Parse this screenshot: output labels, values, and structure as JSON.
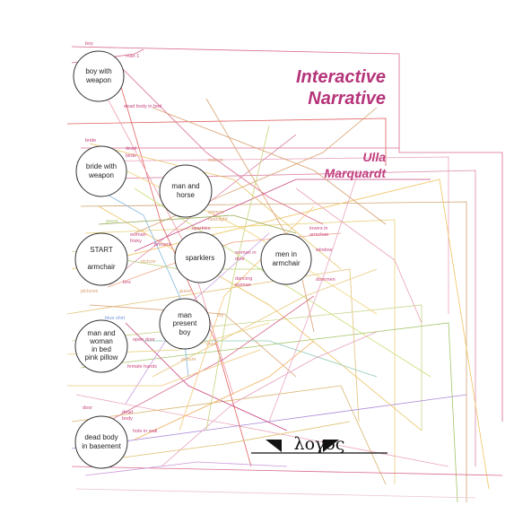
{
  "cover": {
    "title_line1": "Interactive",
    "title_line2": "Narrative",
    "author_line1": "Ulla",
    "author_line2": "Marquardt",
    "publisher": "λογος"
  },
  "nodes": [
    {
      "id": "boy-with-weapon",
      "lines": [
        "boy with",
        "weapon"
      ]
    },
    {
      "id": "bride-with-weapon",
      "lines": [
        "bride with",
        "weapon"
      ]
    },
    {
      "id": "man-and-horse",
      "lines": [
        "man and",
        "horse"
      ]
    },
    {
      "id": "start-armchair",
      "lines": [
        "START",
        "",
        "armchair"
      ]
    },
    {
      "id": "sparklers",
      "lines": [
        "sparklers"
      ]
    },
    {
      "id": "men-in-armchair",
      "lines": [
        "men in",
        "armchair"
      ]
    },
    {
      "id": "man-present-boy",
      "lines": [
        "man",
        "present",
        "boy"
      ]
    },
    {
      "id": "man-and-woman-in-bed",
      "lines": [
        "man and",
        "woman",
        "in bed",
        "pink pillow"
      ]
    },
    {
      "id": "dead-body-in-basement",
      "lines": [
        "dead body",
        "in basement"
      ]
    }
  ],
  "edge_labels": [
    {
      "text": "boy",
      "color": "#c8467f"
    },
    {
      "text": "man 1",
      "color": "#c8467f"
    },
    {
      "text": "dead body in bed",
      "color": "#c8467f"
    },
    {
      "text": "bride",
      "color": "#c8467f"
    },
    {
      "text": "dead",
      "color": "#c8467f"
    },
    {
      "text": "birds",
      "color": "#c8467f"
    },
    {
      "text": "man in",
      "color": "#d9a070"
    },
    {
      "text": "woman",
      "color": "#d9a070"
    },
    {
      "text": "flashlight",
      "color": "#d9a070"
    },
    {
      "text": "guest",
      "color": "#aacc77"
    },
    {
      "text": "woman",
      "color": "#c8467f"
    },
    {
      "text": "frisky",
      "color": "#c8467f"
    },
    {
      "text": "present",
      "color": "#c8467f"
    },
    {
      "text": "sparkles",
      "color": "#c8467f"
    },
    {
      "text": "woman in",
      "color": "#c8467f"
    },
    {
      "text": "door",
      "color": "#c8467f"
    },
    {
      "text": "lovers in",
      "color": "#c8467f"
    },
    {
      "text": "armchair",
      "color": "#c8467f"
    },
    {
      "text": "window",
      "color": "#c8467f"
    },
    {
      "text": "picture",
      "color": "#d9a070"
    },
    {
      "text": "box",
      "color": "#c8467f"
    },
    {
      "text": "dancing",
      "color": "#c8467f"
    },
    {
      "text": "woman",
      "color": "#c8467f"
    },
    {
      "text": "doormen",
      "color": "#c8467f"
    },
    {
      "text": "pictures",
      "color": "#d9a070"
    },
    {
      "text": "guest",
      "color": "#d9a070"
    },
    {
      "text": "blue shirt",
      "color": "#7799dd"
    },
    {
      "text": "open door",
      "color": "#c8467f"
    },
    {
      "text": "toy",
      "color": "#d9a070"
    },
    {
      "text": "shoe",
      "color": "#d9a070"
    },
    {
      "text": "picture",
      "color": "#d9a070"
    },
    {
      "text": "female hands",
      "color": "#c8467f"
    },
    {
      "text": "door",
      "color": "#c8467f"
    },
    {
      "text": "dead",
      "color": "#c8467f"
    },
    {
      "text": "body",
      "color": "#c8467f"
    },
    {
      "text": "hole in wall",
      "color": "#c8467f"
    }
  ]
}
